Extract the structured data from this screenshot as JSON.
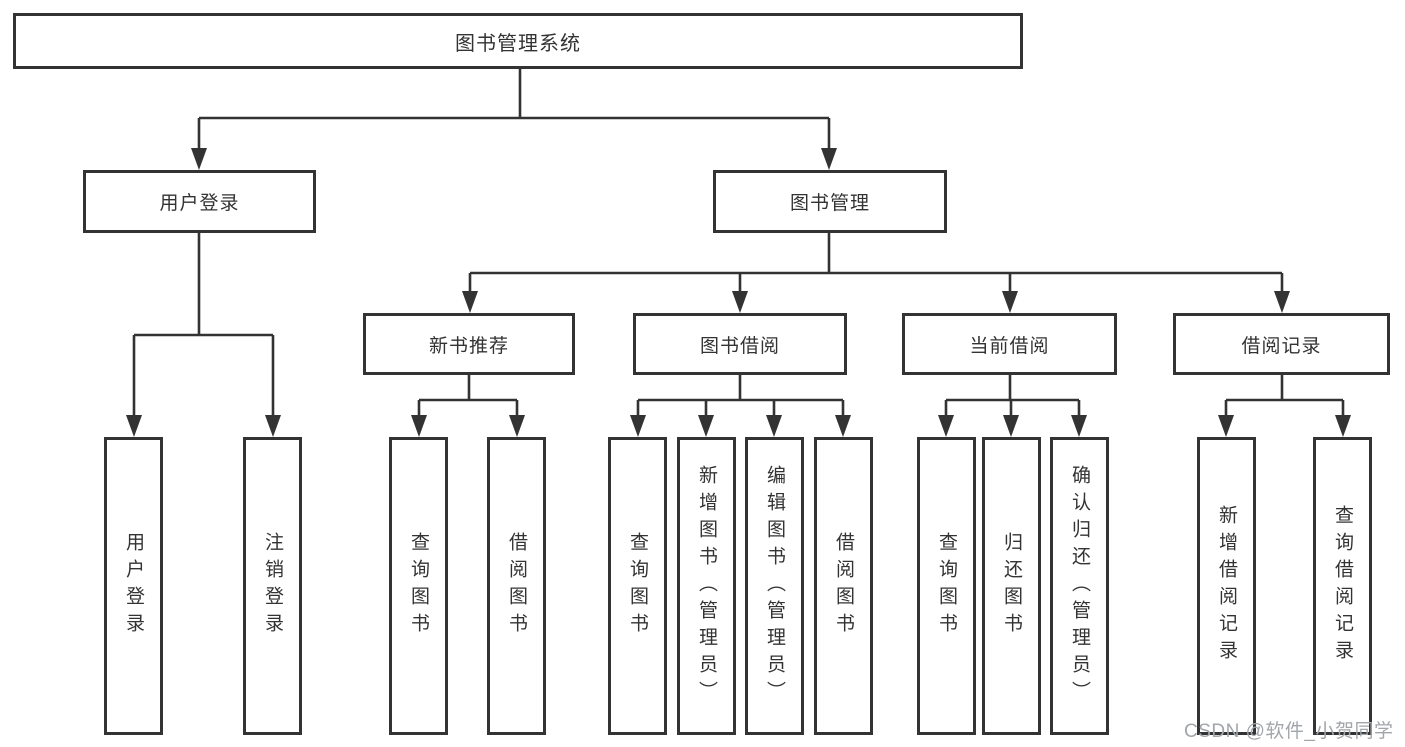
{
  "diagram": {
    "type": "hierarchy-tree",
    "title": "图书管理系统",
    "colors": {
      "line": "#333333",
      "text": "#333333",
      "box_bg": "#ffffff",
      "watermark": "#a2a6ab"
    },
    "tree": {
      "label": "图书管理系统",
      "children": [
        {
          "label": "用户登录",
          "children": [
            {
              "label": "用户登录"
            },
            {
              "label": "注销登录"
            }
          ]
        },
        {
          "label": "图书管理",
          "children": [
            {
              "label": "新书推荐",
              "children": [
                {
                  "label": "查询图书"
                },
                {
                  "label": "借阅图书"
                }
              ]
            },
            {
              "label": "图书借阅",
              "children": [
                {
                  "label": "查询图书"
                },
                {
                  "label": "新增图书（管理员）"
                },
                {
                  "label": "编辑图书（管理员）"
                },
                {
                  "label": "借阅图书"
                }
              ]
            },
            {
              "label": "当前借阅",
              "children": [
                {
                  "label": "查询图书"
                },
                {
                  "label": "归还图书"
                },
                {
                  "label": "确认归还（管理员）"
                }
              ]
            },
            {
              "label": "借阅记录",
              "children": [
                {
                  "label": "新增借阅记录"
                },
                {
                  "label": "查询借阅记录"
                }
              ]
            }
          ]
        }
      ]
    },
    "watermark": "CSDN @软件_小贺同学"
  }
}
